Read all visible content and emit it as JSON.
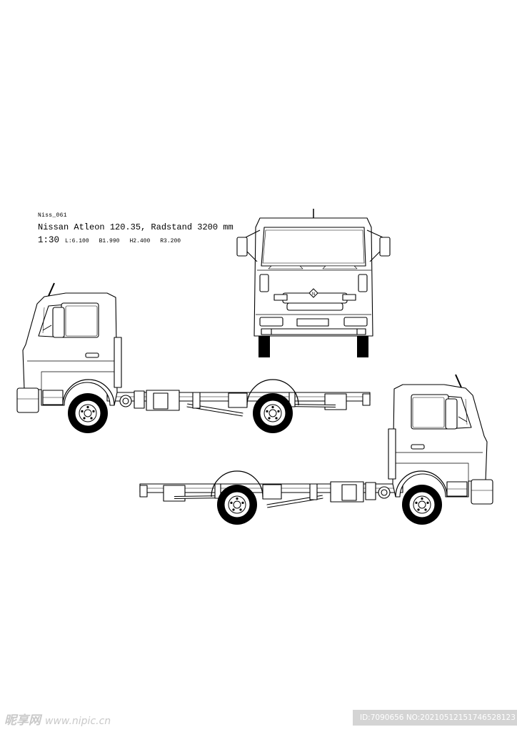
{
  "drawing": {
    "code": "Niss_061",
    "model": "Nissan Atleon 120.35, Radstand 3200 mm",
    "scale": "1:30",
    "specs": [
      "L:6.100",
      "B1.990",
      "H2.400",
      "R3.200"
    ],
    "front_badge": "N"
  },
  "watermark": {
    "site": "昵享网",
    "url": "www.nipic.cn",
    "id": "ID:7090656 NO:20210512151746528123"
  }
}
